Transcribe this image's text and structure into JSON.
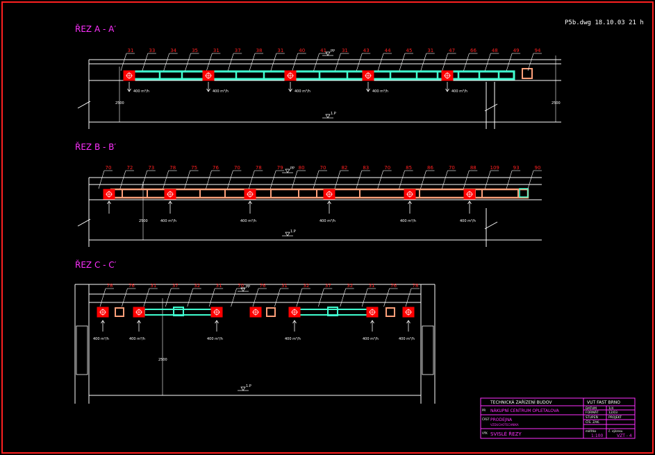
{
  "file_info": "P5b.dwg   18.10.03 21 h",
  "colors": {
    "frame": "#ff2020",
    "line": "#ffffff",
    "callout": "#ff2020",
    "title": "#ff30ff",
    "duct_main": "#40ffd0",
    "duct_alt": "#ffa07a",
    "outlet": "#ff0000"
  },
  "sections": [
    {
      "id": "A",
      "title": "ŘEZ A - A′",
      "numbers": [
        "31",
        "33",
        "34",
        "35",
        "31",
        "37",
        "38",
        "31",
        "40",
        "41",
        "31",
        "43",
        "44",
        "45",
        "31",
        "47",
        "66",
        "48",
        "49",
        "94"
      ],
      "flow_labels": [
        "400 m³/h",
        "400 m³/h",
        "400 m³/h",
        "400 m³/h",
        "400 m³/h"
      ],
      "level_top": "PP",
      "level_bottom": "1.P",
      "dim_height": "2500",
      "dim_side": "2500"
    },
    {
      "id": "B",
      "title": "ŘEZ B - B′",
      "numbers": [
        "70",
        "72",
        "73",
        "78",
        "75",
        "76",
        "70",
        "78",
        "79",
        "80",
        "70",
        "82",
        "83",
        "70",
        "85",
        "86",
        "70",
        "88",
        "109",
        "93",
        "90"
      ],
      "flow_labels": [
        "400 m³/h",
        "400 m³/h",
        "400 m³/h",
        "400 m³/h",
        "400 m³/h"
      ],
      "level_top": "PP",
      "level_bottom": "1.P",
      "dim_height": "2500"
    },
    {
      "id": "C",
      "title": "ŘEZ C - C′",
      "numbers": [
        "78",
        "76",
        "31",
        "37",
        "32",
        "31",
        "70",
        "76",
        "31",
        "32",
        "37",
        "32",
        "31",
        "76",
        "78"
      ],
      "flow_labels": [
        "400 m³/h",
        "400 m³/h",
        "400 m³/h",
        "400 m³/h",
        "400 m³/h",
        "400 m³/h"
      ],
      "level_top": "PP",
      "level_bottom": "1.P",
      "dim_height": "2500"
    }
  ],
  "title_block": {
    "header": "TECHNICKÁ ZAŘÍZENÍ BUDOV",
    "org": "VUT FAST BRNO",
    "project_tag": "PR",
    "project": "NÁKUPNÍ CENTRUM OPLETALOVA",
    "part_tag": "ČÁST",
    "part": "PRODEJNA",
    "part_sub": "VZDUCHOTECHNIKA",
    "drawing_tag": "VÝK",
    "drawing": "SVISLÉ ŘEZY",
    "meta": [
      {
        "k": "DATUM",
        "v": "1/4"
      },
      {
        "k": "FORMÁT",
        "v": "12/03"
      },
      {
        "k": "STUPEŇ",
        "v": "PROJEKT"
      },
      {
        "k": "ČÍS. ZAK.",
        "v": ""
      }
    ],
    "scale_label": "měřítko",
    "scale": "1:100",
    "sheet_label": "č. výkresu",
    "sheet": "VZT - 4"
  }
}
